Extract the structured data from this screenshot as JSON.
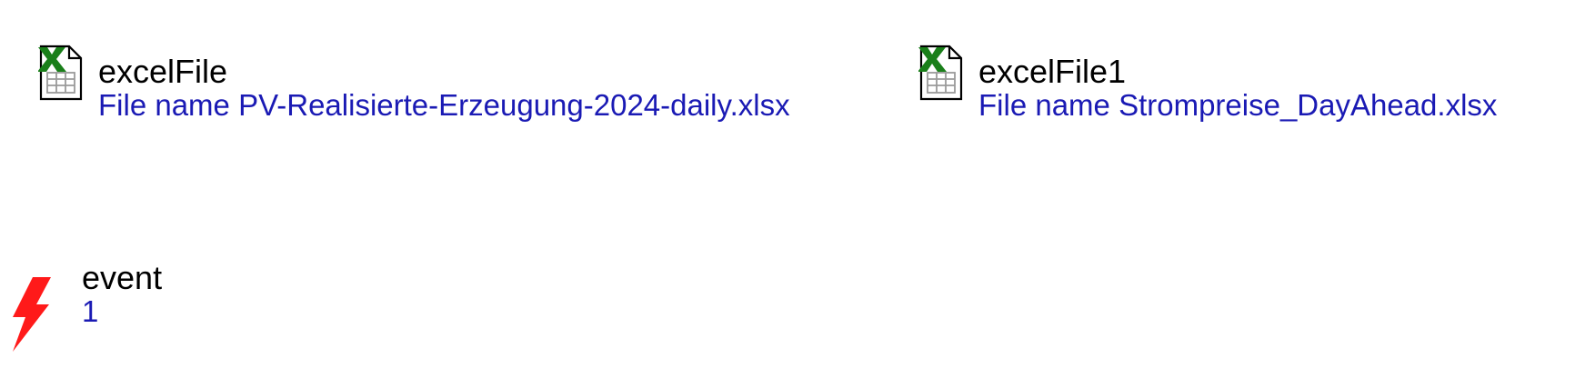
{
  "elements": [
    {
      "type": "excel-file",
      "icon": "excel-file-icon",
      "name": "excelFile",
      "param_label": "File name",
      "param_value": "PV-Realisierte-Erzeugung-2024-daily.xlsx"
    },
    {
      "type": "excel-file",
      "icon": "excel-file-icon",
      "name": "excelFile1",
      "param_label": "File name",
      "param_value": "Strompreise_DayAhead.xlsx"
    },
    {
      "type": "event",
      "icon": "event-lightning-icon",
      "name": "event",
      "param_value": "1"
    }
  ],
  "colors": {
    "name_text": "#000000",
    "param_text": "#1a1ab4",
    "excel_green": "#1a7f1a",
    "event_red": "#ff1a1a"
  }
}
